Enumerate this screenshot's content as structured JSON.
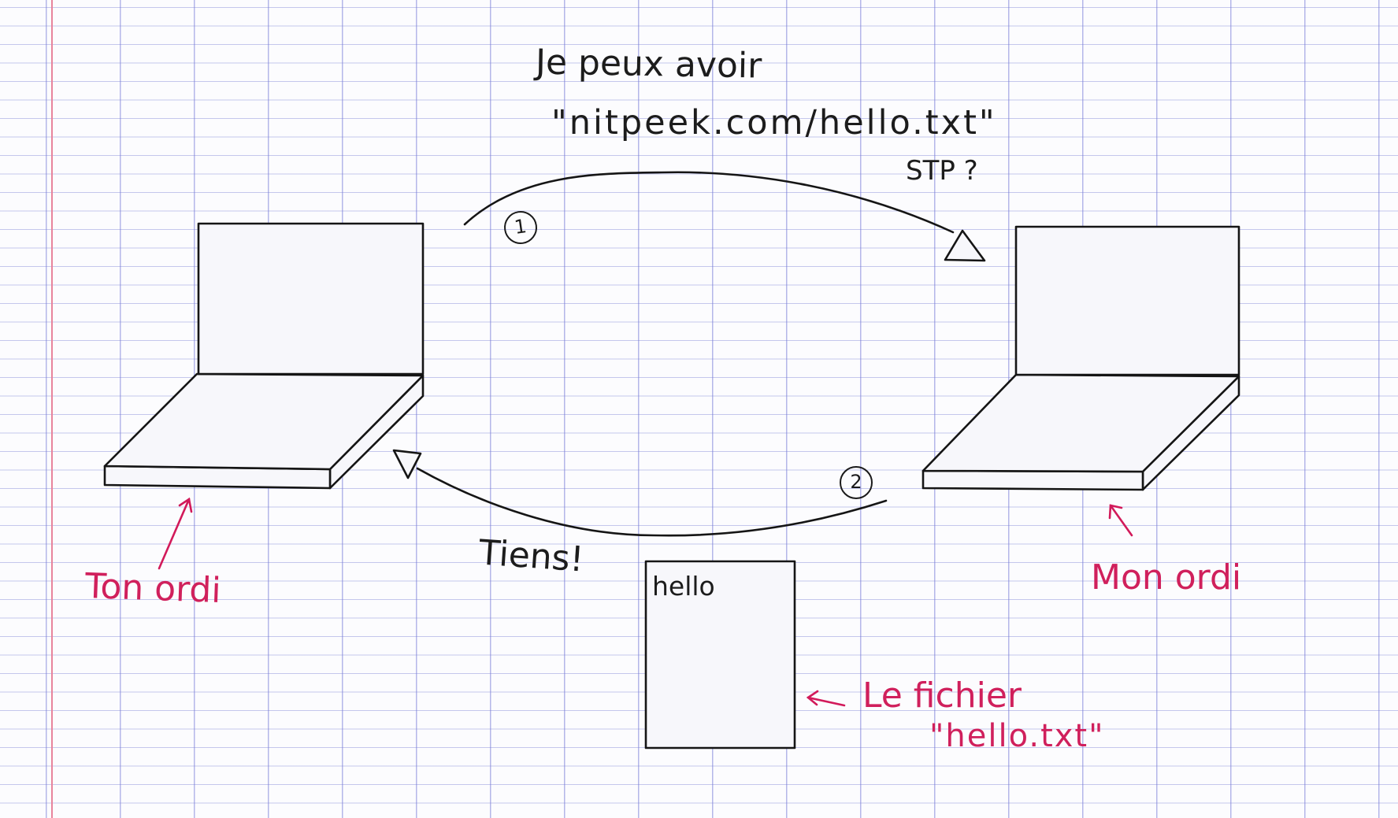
{
  "request": {
    "line1": "Je peux avoir",
    "line2": "\"nitpeek.com/hello.txt\"",
    "line3": "STP ?",
    "step": "1"
  },
  "response": {
    "text": "Tiens!",
    "step": "2"
  },
  "labels": {
    "client": "Ton ordi",
    "server": "Mon ordi"
  },
  "file": {
    "content": "hello",
    "caption_line1": "Le fichier",
    "caption_line2": "\"hello.txt\""
  },
  "colors": {
    "ink": "#151515",
    "pink_ink": "#d0205c",
    "grid": "#8287d7",
    "margin_line": "#e8849c"
  }
}
